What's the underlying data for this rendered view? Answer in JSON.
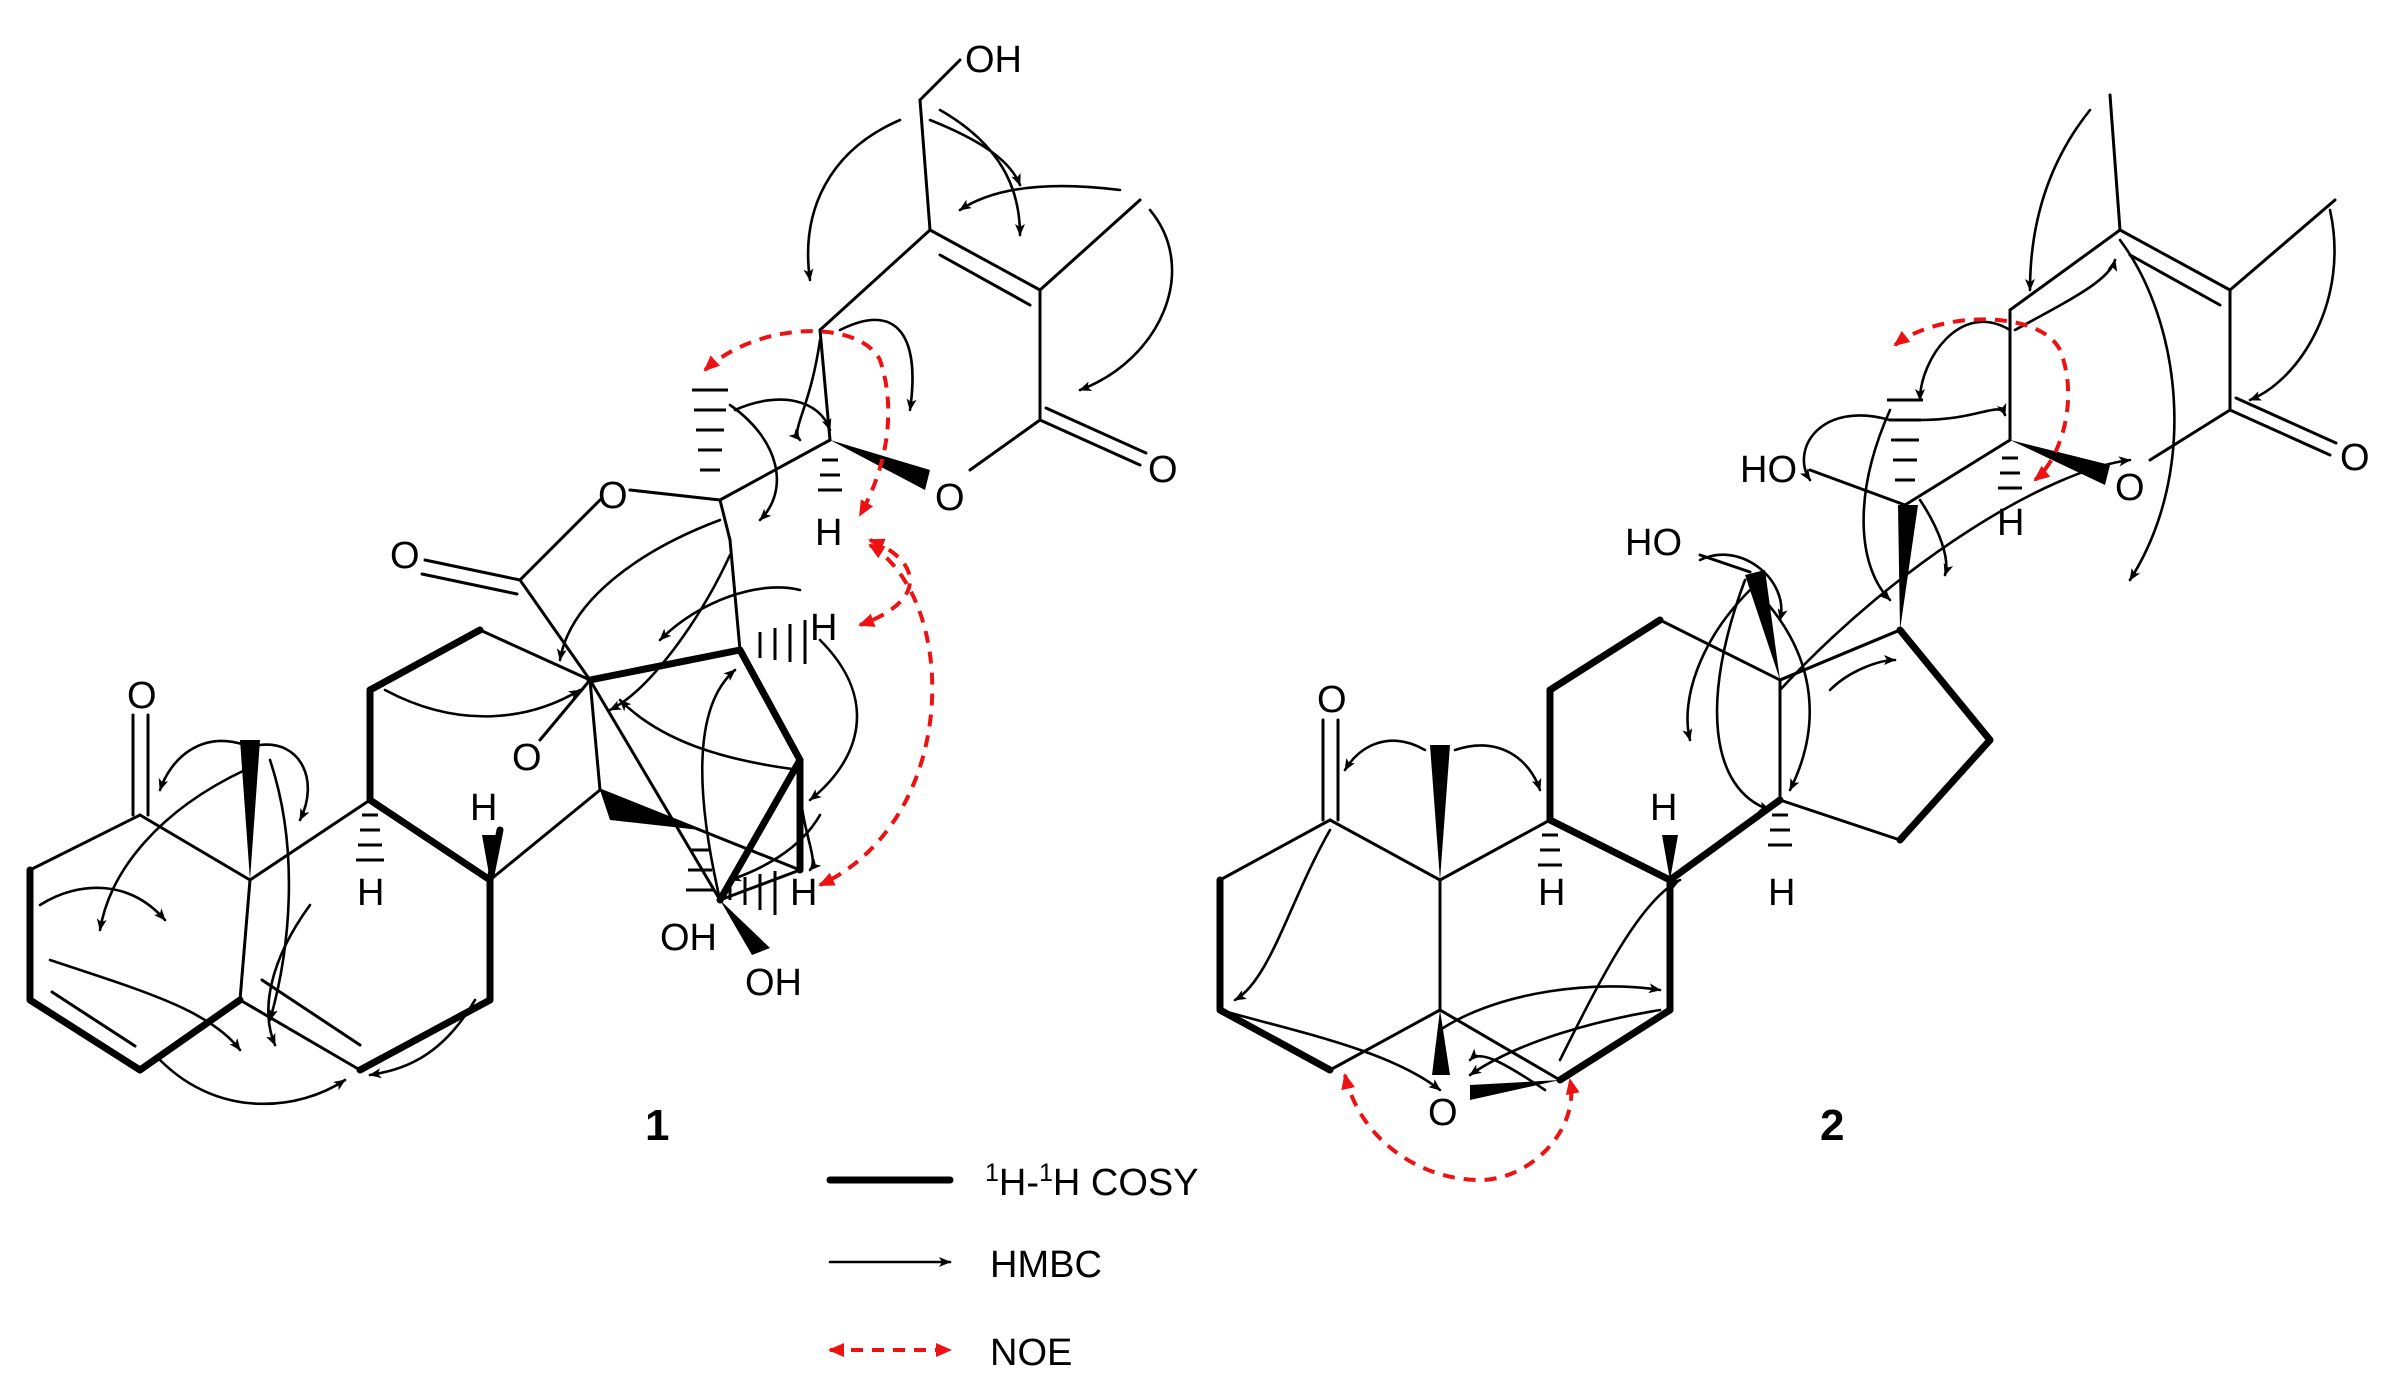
{
  "compound_labels": {
    "first": "1",
    "second": "2"
  },
  "atom_labels": {
    "c1_oh_top": "OH",
    "c1_ketone_o": "O",
    "c1_lactone_o_carbonyl": "O",
    "c1_lactone_o_ring": "O",
    "c1_pyranone_o_ring": "O",
    "c1_pyranone_o_carbonyl": "O",
    "c1_epoxy_o": "O",
    "c1_oh_c6": "OH",
    "c1_oh_c7": "OH",
    "c1_h_c9": "H",
    "c1_h_c8": "H",
    "c1_h_c22": "H",
    "c1_h_c17": "H",
    "c1_h_c16": "H",
    "c2_ketone_o": "O",
    "c2_ho_c18": "HO",
    "c2_ho_c20": "HO",
    "c2_h_c22": "H",
    "c2_pyranone_o_ring": "O",
    "c2_pyranone_o_carbonyl": "O",
    "c2_h_c8": "H",
    "c2_h_c9": "H",
    "c2_h_c14": "H",
    "c2_epoxy_o": "O"
  },
  "legend": {
    "cosy_sup1": "1",
    "cosy_h1": "H-",
    "cosy_sup2": "1",
    "cosy_h2": "H COSY",
    "hmbc": "HMBC",
    "noe": "NOE"
  },
  "colors": {
    "ink": "#000000",
    "noe": "#ee1111",
    "background": "#ffffff"
  }
}
